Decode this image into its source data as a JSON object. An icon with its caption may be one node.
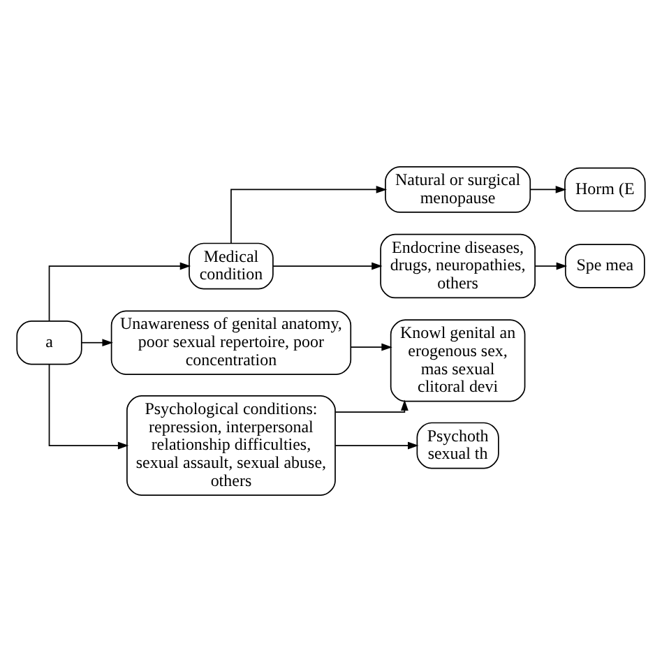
{
  "diagram": {
    "nodes": [
      {
        "text": [
          "a"
        ]
      },
      {
        "text": [
          "Medical condition"
        ]
      },
      {
        "text": [
          "Natural or surgical menopause"
        ]
      },
      {
        "text": [
          "Horm (E"
        ]
      },
      {
        "text": [
          "Endocrine diseases, drugs, neuropathies, others"
        ]
      },
      {
        "text": [
          "Spe mea"
        ]
      },
      {
        "text": [
          "Unawareness of genital anatomy, poor sexual repertoire, poor concentration"
        ]
      },
      {
        "text": [
          "Knowl genital an erogenous sex, mas sexual clitoral devi"
        ]
      },
      {
        "text": [
          "Psychological conditions: repression, interpersonal relationship difficulties, sexual assault, sexual abuse, others"
        ]
      },
      {
        "text": [
          "Psychoth sexual th"
        ]
      }
    ],
    "edges": [
      {
        "from": 0,
        "to": 1,
        "arrow": "to"
      },
      {
        "from": 0,
        "to": 6,
        "arrow": "to"
      },
      {
        "from": 0,
        "to": 8,
        "arrow": "to"
      },
      {
        "from": 1,
        "to": 2,
        "arrow": "to"
      },
      {
        "from": 1,
        "to": 4,
        "arrow": "to"
      },
      {
        "from": 2,
        "to": 3,
        "arrow": "to"
      },
      {
        "from": 4,
        "to": 5,
        "arrow": "to"
      },
      {
        "from": 6,
        "to": 7,
        "arrow": "to"
      },
      {
        "from": 8,
        "to": 7,
        "arrow": "to"
      },
      {
        "from": 8,
        "to": 9,
        "arrow": "to"
      }
    ]
  }
}
